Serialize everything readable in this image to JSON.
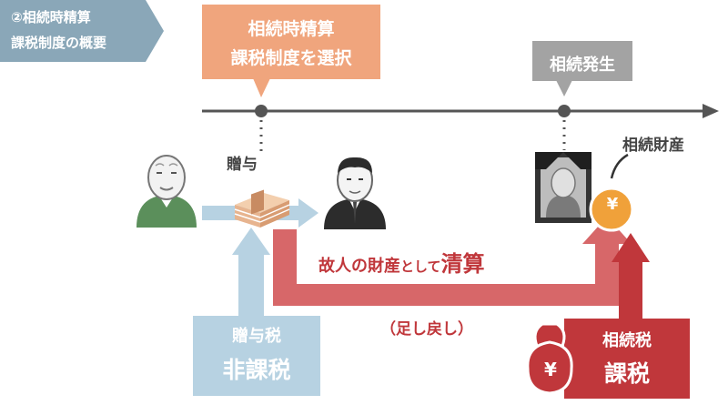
{
  "section_tag": {
    "line1": "②相続時精算",
    "line2": "課税制度の概要"
  },
  "callout_select": {
    "line1": "相続時精算",
    "line2": "課税制度を選択"
  },
  "callout_occurrence": "相続発生",
  "gift_label": "贈与",
  "estate_label": "相続財産",
  "yen_symbol": "¥",
  "settlement": {
    "part1": "故人の財産",
    "part2": "として",
    "part3": "清算"
  },
  "add_back_label": "（足し戻し）",
  "gift_tax_box": {
    "line1": "贈与税",
    "line2": "非課税"
  },
  "inheritance_tax_box": {
    "line1": "相続税",
    "line2": "課税"
  },
  "colors": {
    "section_tag": "#8aa7b8",
    "callout_orange": "#f0a57d",
    "callout_gray": "#a3a3a3",
    "timeline": "#555555",
    "red_arrow": "#d45a5c",
    "red_dark": "#c0373b",
    "blue_arrow": "#b7d2e2",
    "person_green": "#5b8f5b",
    "suit": "#2c2c2c",
    "coin": "#f0a13a",
    "money_bundle": "#e7b48f"
  },
  "icons": [
    "elderly-man-icon",
    "businessman-icon",
    "money-bundle-icon",
    "memorial-portrait-icon",
    "yen-coin-icon",
    "money-bag-icon"
  ]
}
